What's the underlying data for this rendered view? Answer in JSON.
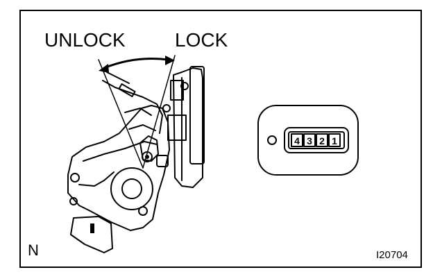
{
  "figure": {
    "labels": {
      "unlock": "UNLOCK",
      "lock": "LOCK"
    },
    "corner_letter": "N",
    "figure_code": "I20704",
    "connector": {
      "pins": [
        "4",
        "3",
        "2",
        "1"
      ]
    }
  },
  "colors": {
    "line": "#000000",
    "background": "#ffffff"
  }
}
